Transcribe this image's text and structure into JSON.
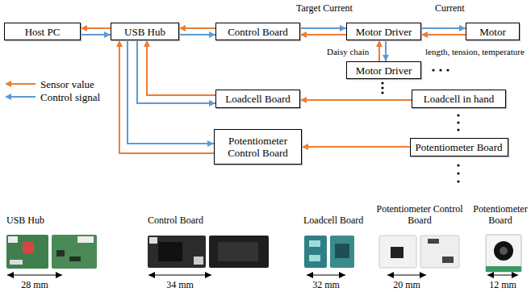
{
  "diagram": {
    "nodes": [
      {
        "text": [
          "Host PC"
        ]
      },
      {
        "text": [
          "USB Hub"
        ]
      },
      {
        "text": [
          "Control Board"
        ]
      },
      {
        "text": [
          "Motor Driver"
        ]
      },
      {
        "text": [
          "Motor"
        ]
      },
      {
        "text": [
          "Motor Driver"
        ]
      },
      {
        "text": [
          "Loadcell Board"
        ]
      },
      {
        "text": [
          "Loadcell in hand"
        ]
      },
      {
        "text": [
          "Potentiometer Control Board"
        ]
      },
      {
        "text": [
          "Potentiometer Board"
        ]
      }
    ],
    "edges": [
      {
        "from": 1,
        "to": 0,
        "arrow": "to"
      },
      {
        "from": 0,
        "to": 1,
        "arrow": "to"
      },
      {
        "from": 2,
        "to": 1,
        "arrow": "to"
      },
      {
        "from": 1,
        "to": 2,
        "arrow": "to"
      },
      {
        "from": 2,
        "to": 3,
        "label": "Target Current",
        "arrow": "to"
      },
      {
        "from": 3,
        "to": 2,
        "arrow": "to"
      },
      {
        "from": 3,
        "to": 4,
        "label": "Current",
        "arrow": "to"
      },
      {
        "from": 4,
        "to": 3,
        "label": "length, tension, temperature",
        "arrow": "to"
      },
      {
        "from": 5,
        "to": 3,
        "label": "Daisy chain",
        "arrow": "to"
      },
      {
        "from": 3,
        "to": 5,
        "arrow": "to"
      },
      {
        "from": 1,
        "to": 6,
        "arrow": "to"
      },
      {
        "from": 6,
        "to": 1,
        "arrow": "to"
      },
      {
        "from": 7,
        "to": 6,
        "arrow": "to"
      },
      {
        "from": 1,
        "to": 8,
        "arrow": "to"
      },
      {
        "from": 8,
        "to": 1,
        "arrow": "to"
      },
      {
        "from": 9,
        "to": 8,
        "arrow": "to"
      }
    ],
    "labels": [
      "USB Hub",
      "Control Board",
      "Loadcell Board",
      "Potentiometer Control Board",
      "Potentiometer Board",
      "28 mm",
      "34 mm",
      "32 mm",
      "20 mm",
      "12 mm"
    ],
    "legend": [
      {
        "text": "Sensor value"
      },
      {
        "text": "Control signal"
      }
    ]
  }
}
